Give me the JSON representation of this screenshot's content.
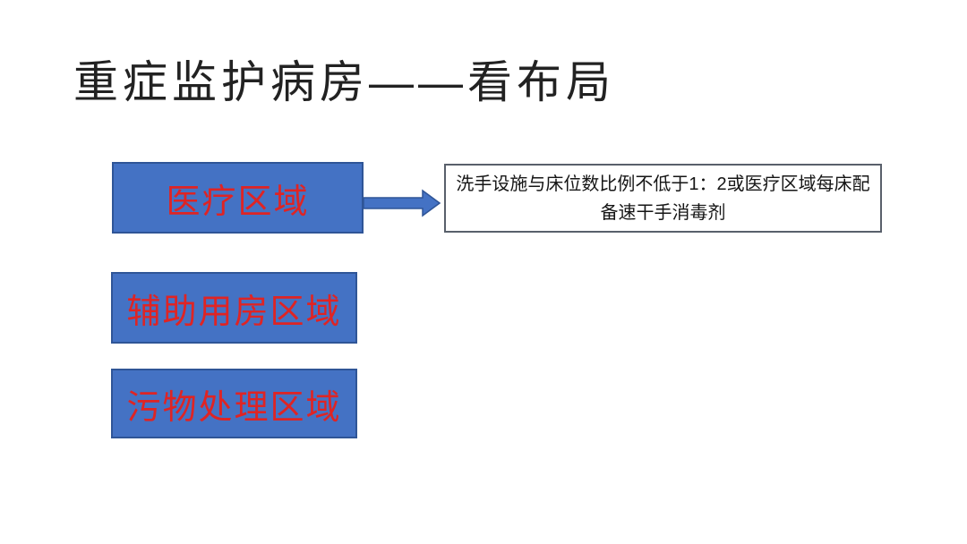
{
  "slide": {
    "title": "重症监护病房——看布局",
    "boxes": [
      {
        "label": "医疗区域"
      },
      {
        "label": "辅助用房区域"
      },
      {
        "label": "污物处理区域"
      }
    ],
    "annotation": {
      "text": "洗手设施与床位数比例不低于1：2或医疗区域每床配备速干手消毒剂"
    },
    "icons": {
      "arrow": "right-block-arrow-icon"
    },
    "colors": {
      "background": "#ffffff",
      "box_fill": "#4472c4",
      "box_border": "#2f5597",
      "label_red": "#df2424",
      "arrow_fill": "#4472c4",
      "arrow_border": "#2f5597",
      "note_border": "#59606b",
      "note_text": "#151515",
      "title_text": "#222222"
    }
  }
}
